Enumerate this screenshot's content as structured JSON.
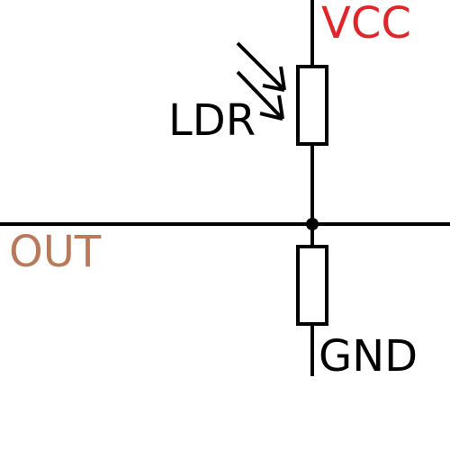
{
  "labels": {
    "vcc": {
      "text": "VCC",
      "color": "#e0252b"
    },
    "ldr": {
      "text": "LDR",
      "color": "#000000"
    },
    "out": {
      "text": "OUT",
      "color": "#b87a5a"
    },
    "gnd": {
      "text": "GND",
      "color": "#000000"
    }
  },
  "colors": {
    "wire": "#000000",
    "background": "#ffffff"
  }
}
